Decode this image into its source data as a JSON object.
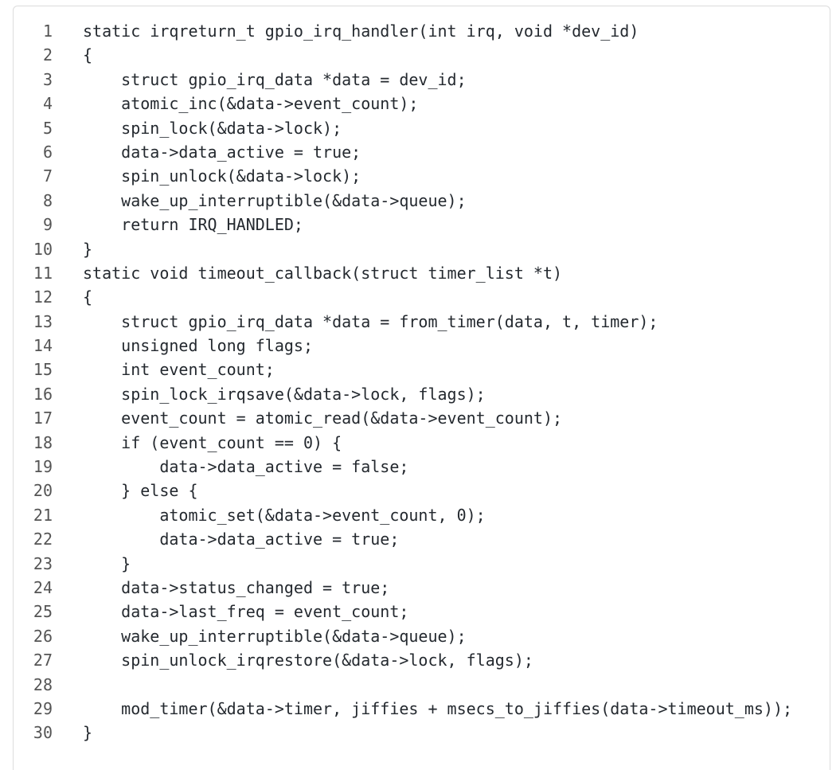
{
  "code_view": {
    "lines": [
      {
        "number": "1",
        "text": "static irqreturn_t gpio_irq_handler(int irq, void *dev_id)"
      },
      {
        "number": "2",
        "text": "{"
      },
      {
        "number": "3",
        "text": "    struct gpio_irq_data *data = dev_id;"
      },
      {
        "number": "4",
        "text": "    atomic_inc(&data->event_count);"
      },
      {
        "number": "5",
        "text": "    spin_lock(&data->lock);"
      },
      {
        "number": "6",
        "text": "    data->data_active = true;"
      },
      {
        "number": "7",
        "text": "    spin_unlock(&data->lock);"
      },
      {
        "number": "8",
        "text": "    wake_up_interruptible(&data->queue);"
      },
      {
        "number": "9",
        "text": "    return IRQ_HANDLED;"
      },
      {
        "number": "10",
        "text": "}"
      },
      {
        "number": "11",
        "text": "static void timeout_callback(struct timer_list *t)"
      },
      {
        "number": "12",
        "text": "{"
      },
      {
        "number": "13",
        "text": "    struct gpio_irq_data *data = from_timer(data, t, timer);"
      },
      {
        "number": "14",
        "text": "    unsigned long flags;"
      },
      {
        "number": "15",
        "text": "    int event_count;"
      },
      {
        "number": "16",
        "text": "    spin_lock_irqsave(&data->lock, flags);"
      },
      {
        "number": "17",
        "text": "    event_count = atomic_read(&data->event_count);"
      },
      {
        "number": "18",
        "text": "    if (event_count == 0) {"
      },
      {
        "number": "19",
        "text": "        data->data_active = false;"
      },
      {
        "number": "20",
        "text": "    } else {"
      },
      {
        "number": "21",
        "text": "        atomic_set(&data->event_count, 0);"
      },
      {
        "number": "22",
        "text": "        data->data_active = true;"
      },
      {
        "number": "23",
        "text": "    }"
      },
      {
        "number": "24",
        "text": "    data->status_changed = true;"
      },
      {
        "number": "25",
        "text": "    data->last_freq = event_count;"
      },
      {
        "number": "26",
        "text": "    wake_up_interruptible(&data->queue);"
      },
      {
        "number": "27",
        "text": "    spin_unlock_irqrestore(&data->lock, flags);"
      },
      {
        "number": "28",
        "text": ""
      },
      {
        "number": "29",
        "text": "    mod_timer(&data->timer, jiffies + msecs_to_jiffies(data->timeout_ms));"
      },
      {
        "number": "30",
        "text": "}"
      }
    ]
  }
}
